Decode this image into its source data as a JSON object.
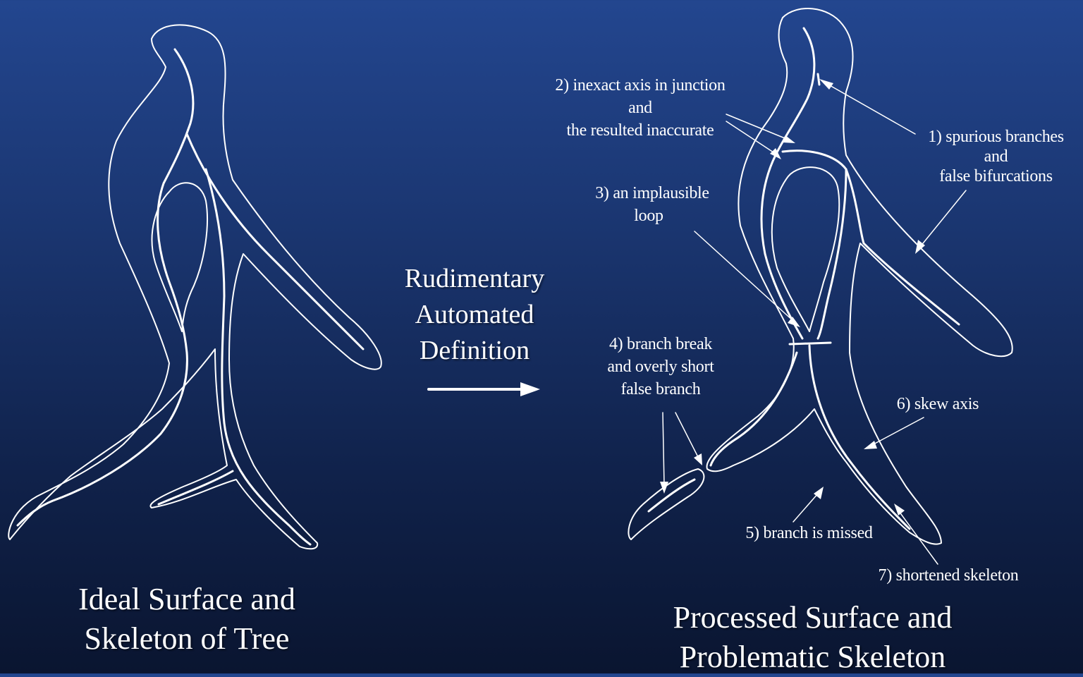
{
  "left_caption": [
    "Ideal Surface and",
    "Skeleton of Tree"
  ],
  "middle_label": [
    "Rudimentary",
    "Automated",
    "Definition"
  ],
  "right_caption": [
    "Processed Surface and",
    "Problematic Skeleton"
  ],
  "annotations": {
    "a1": [
      "1) spurious branches",
      "and",
      "false bifurcations"
    ],
    "a2": [
      "2) inexact axis in junction",
      "and",
      "the resulted inaccurate"
    ],
    "a3": [
      "3) an implausible",
      "loop"
    ],
    "a4": [
      "4) branch break",
      "and overly short",
      "false branch"
    ],
    "a5": [
      "5) branch is missed"
    ],
    "a6": [
      "6) skew axis"
    ],
    "a7": [
      "7) shortened skeleton"
    ]
  },
  "colors": {
    "line": "#ffffff",
    "background_top": "#23468f",
    "background_bottom": "#0a1530"
  }
}
